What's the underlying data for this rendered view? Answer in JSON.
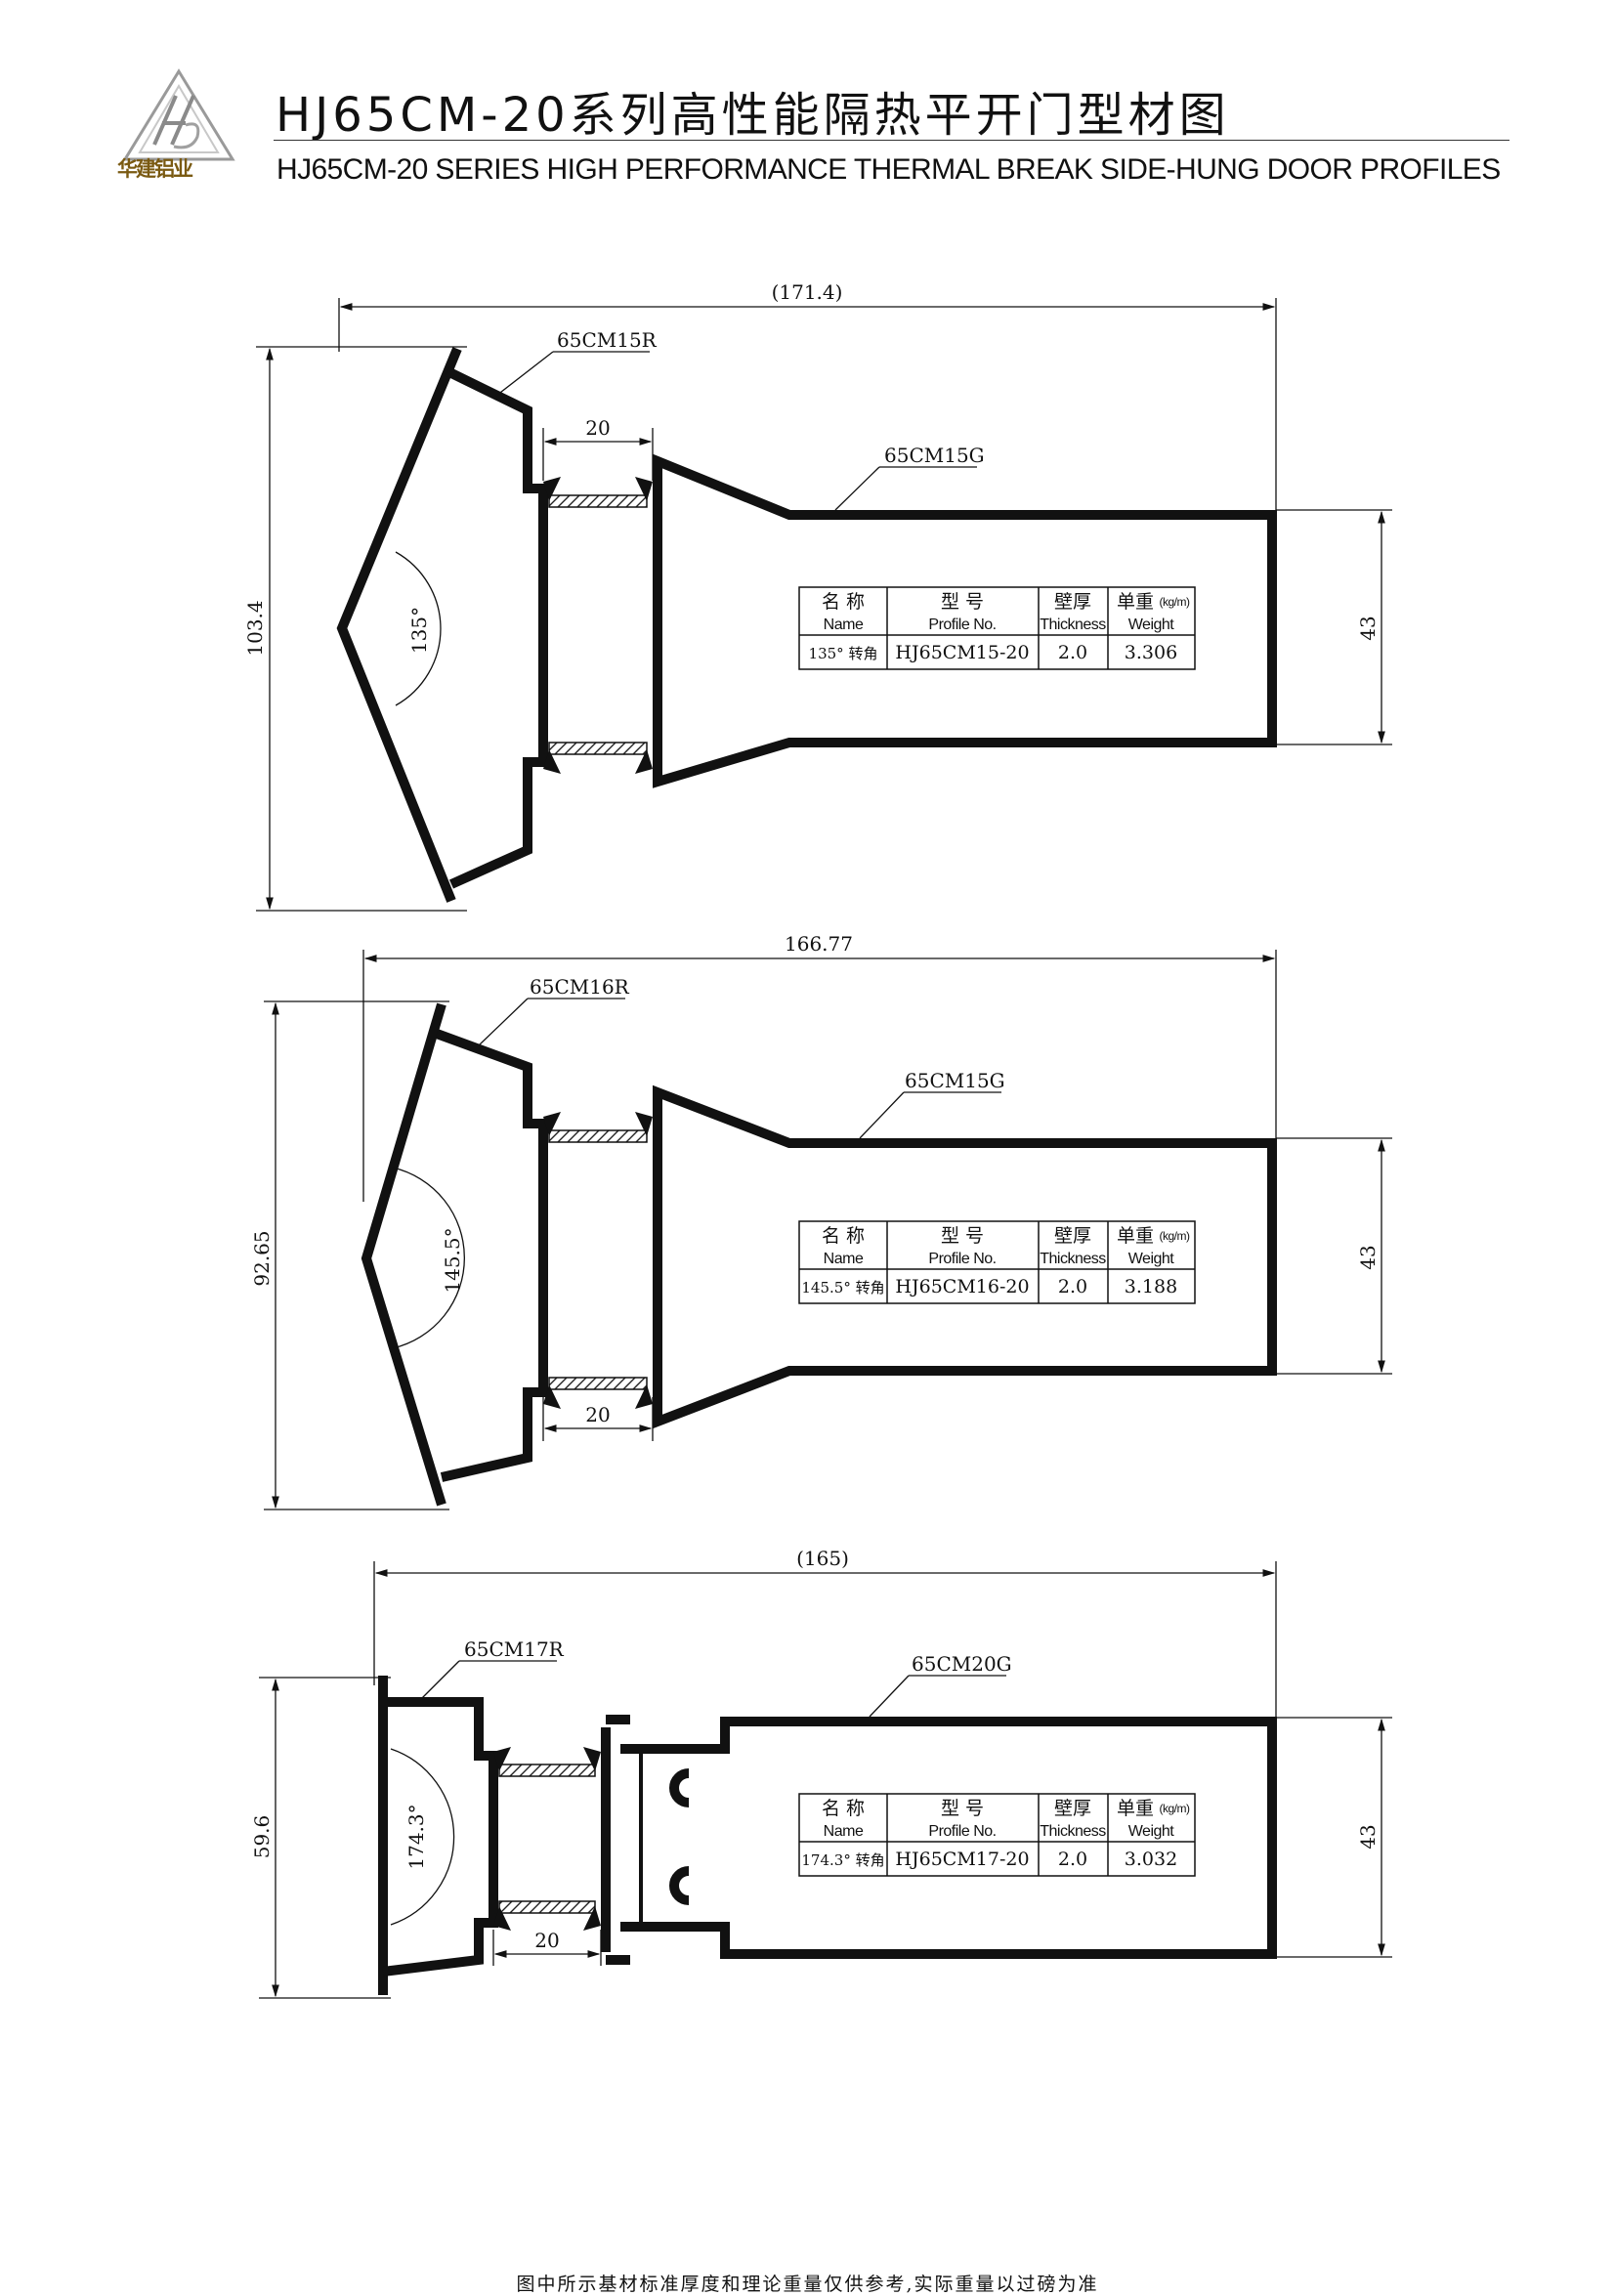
{
  "header": {
    "logo_text": "华建铝业",
    "title_cn": "HJ65CM-20系列高性能隔热平开门型材图",
    "title_en": "HJ65CM-20  SERIES   HIGH PERFORMANCE THERMAL BREAK SIDE-HUNG  DOOR  PROFILES"
  },
  "table_headers": {
    "name_cn": "名 称",
    "name_en": "Name",
    "model_cn": "型 号",
    "model_en": "Profile No.",
    "thickness_cn": "壁厚",
    "thickness_en": "Thickness",
    "weight_cn": "单重",
    "weight_unit": "(kg/m)",
    "weight_en": "Weight"
  },
  "profiles": [
    {
      "overall_width": "(171.4)",
      "height": "103.4",
      "gap": "20",
      "frame_height": "43",
      "angle_label": "135°",
      "r_tag": "65CM15R",
      "g_tag": "65CM15G",
      "row": {
        "name": "135° 转角",
        "model": "HJ65CM15-20",
        "thickness": "2.0",
        "weight": "3.306"
      }
    },
    {
      "overall_width": "166.77",
      "height": "92.65",
      "gap": "20",
      "frame_height": "43",
      "angle_label": "145.5°",
      "r_tag": "65CM16R",
      "g_tag": "65CM15G",
      "row": {
        "name": "145.5° 转角",
        "model": "HJ65CM16-20",
        "thickness": "2.0",
        "weight": "3.188"
      }
    },
    {
      "overall_width": "(165)",
      "height": "59.6",
      "gap": "20",
      "frame_height": "43",
      "angle_label": "174.3°",
      "r_tag": "65CM17R",
      "g_tag": "65CM20G",
      "row": {
        "name": "174.3° 转角",
        "model": "HJ65CM17-20",
        "thickness": "2.0",
        "weight": "3.032"
      }
    }
  ],
  "footer": "图中所示基材标准厚度和理论重量仅供参考,实际重量以过磅为准",
  "colors": {
    "ink": "#111111",
    "logo": "#7a5a12",
    "strip_fill": "#e6e6e6"
  }
}
